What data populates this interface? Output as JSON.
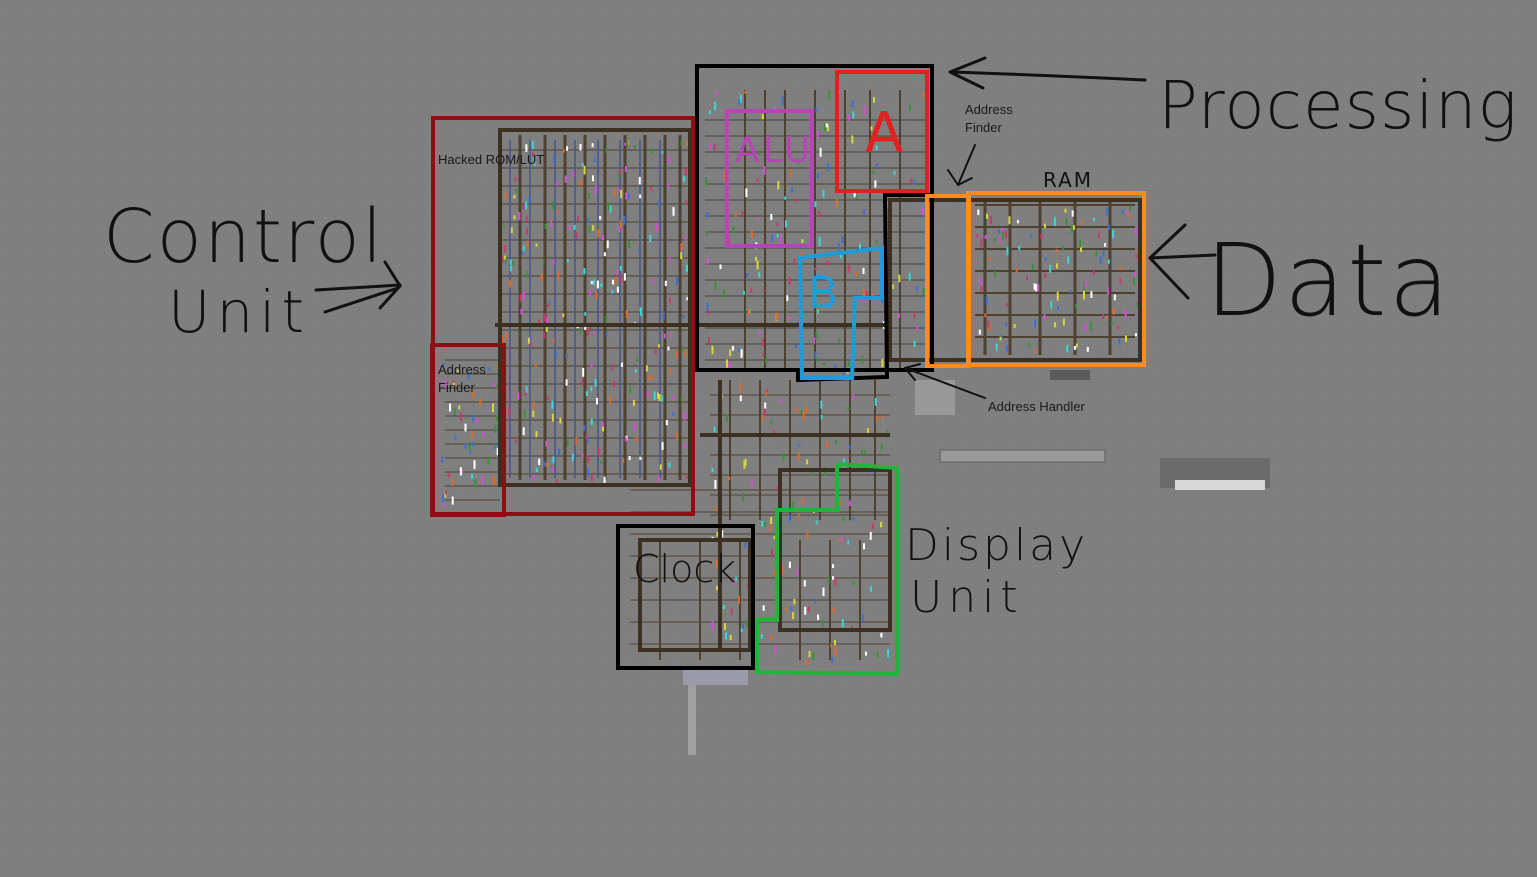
{
  "labels": {
    "control": "Control",
    "unit": "Unit",
    "processing": "Processing",
    "data": "Data",
    "display": "Display",
    "display_unit": "Unit",
    "hacked_rom": "Hacked ROM/LUT",
    "addr_finder_left_1": "Address",
    "addr_finder_left_2": "Finder",
    "addr_finder_top_1": "Address",
    "addr_finder_top_2": "Finder",
    "address_handler": "Address Handler",
    "ram": "RAM",
    "alu": "ALU",
    "reg_a": "A",
    "reg_b": "B",
    "clock": "Clock"
  },
  "colors": {
    "background": "#7f7f7f",
    "rom_box": "#8b0f14",
    "processing_box": "#000000",
    "alu_box": "#b646b6",
    "a_box": "#e32020",
    "b_box": "#1f9bd8",
    "ram_box": "#ff8a1e",
    "display_box": "#21b33a",
    "clock_box": "#000000",
    "wire": "#4a3b28",
    "wire_blue": "#4d5a8a"
  }
}
